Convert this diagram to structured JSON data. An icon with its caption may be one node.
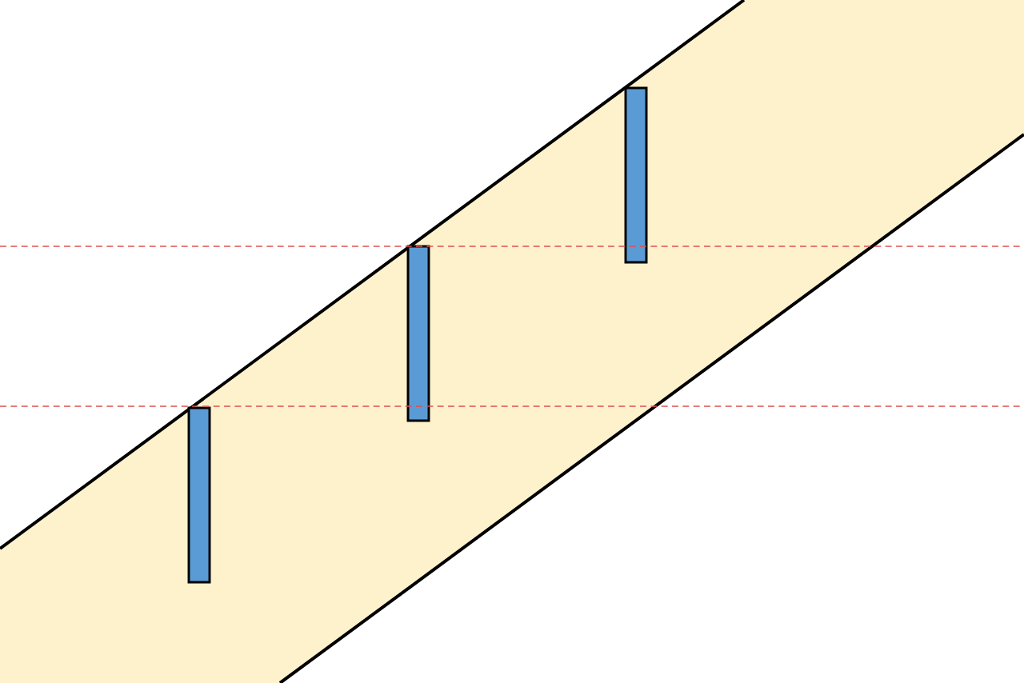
{
  "diagram": {
    "nodes": [
      {
        "text": [],
        "shape": "band"
      },
      {
        "text": [],
        "shape": "bar",
        "in": 0
      },
      {
        "text": [],
        "shape": "bar",
        "in": 0
      },
      {
        "text": [],
        "shape": "bar",
        "in": 0
      }
    ]
  }
}
